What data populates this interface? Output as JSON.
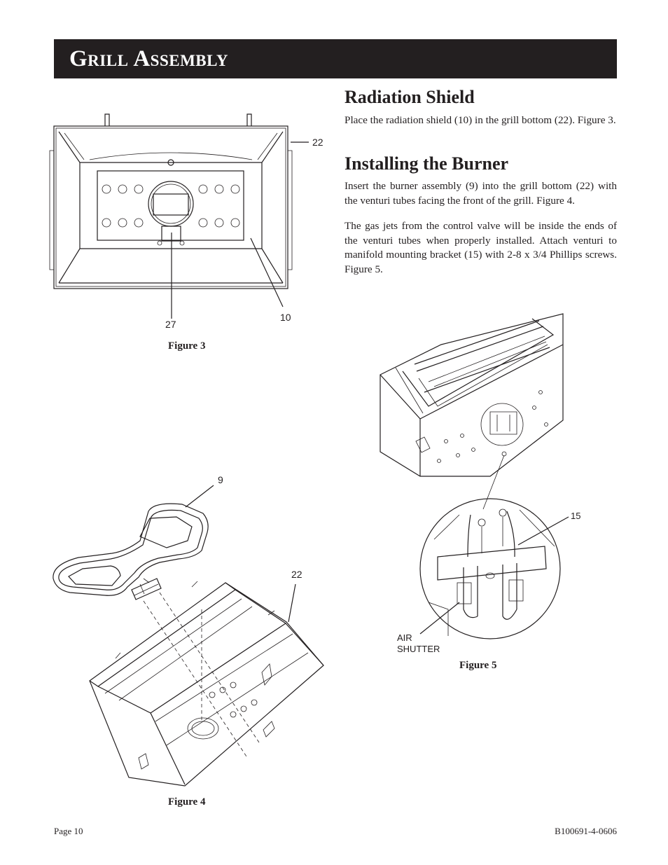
{
  "header": {
    "title": "Grill Assembly"
  },
  "sections": {
    "radiation_shield": {
      "heading": "Radiation Shield",
      "paragraph": "Place the radiation shield (10) in the grill bottom (22). Figure 3."
    },
    "installing_burner": {
      "heading": "Installing the Burner",
      "paragraph1": "Insert the burner assembly (9) into the grill bottom (22) with the venturi tubes facing the front of the grill.  Figure 4.",
      "paragraph2": "The gas jets from the control valve will be inside the ends of the venturi tubes when properly installed. Attach venturi to manifold mounting bracket (15) with 2-8 x 3/4 Phillips screws.  Figure 5."
    }
  },
  "figures": {
    "figure3": {
      "caption": "Figure 3",
      "callouts": [
        "22",
        "27",
        "10"
      ]
    },
    "figure4": {
      "caption": "Figure 4",
      "callouts": [
        "9",
        "22"
      ]
    },
    "figure5": {
      "caption": "Figure 5",
      "callouts": [
        "15"
      ],
      "air_shutter_line1": "AIR",
      "air_shutter_line2": "SHUTTER"
    }
  },
  "footer": {
    "page": "Page 10",
    "doc_number": "B100691-4-0606"
  }
}
